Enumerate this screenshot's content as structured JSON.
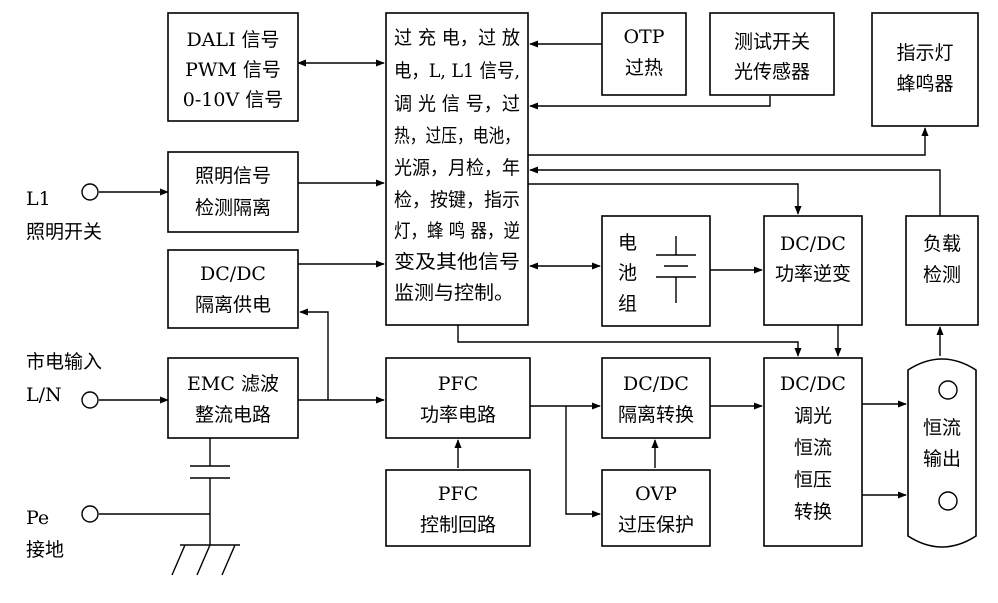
{
  "blocks": {
    "dali": {
      "l1": "DALI 信号",
      "l2": "PWM 信号",
      "l3": "0-10V 信号"
    },
    "mcu": {
      "l1": "过 充 电，过 放",
      "l2": "电，L, L1 信号,",
      "l3": "调 光 信 号，过",
      "l4": "热，过压，电池，",
      "l5": "光源，月检，年",
      "l6": "检，按键，指示",
      "l7": "灯，蜂 鸣 器，逆",
      "l8": "变及其他信号",
      "l9": "监测与控制。"
    },
    "otp": {
      "l1": "OTP",
      "l2": "过热"
    },
    "test": {
      "l1": "测试开关",
      "l2": "光传感器"
    },
    "indicator": {
      "l1": "指示灯",
      "l2": "蜂鸣器"
    },
    "lighting": {
      "l1": "照明信号",
      "l2": "检测隔离"
    },
    "isosupply": {
      "l1": "DC/DC",
      "l2": "隔离供电"
    },
    "battery": {
      "l1": "电",
      "l2": "池",
      "l3": "组"
    },
    "inverter": {
      "l1": "DC/DC",
      "l2": "功率逆变"
    },
    "load": {
      "l1": "负载",
      "l2": "检测"
    },
    "emc": {
      "l1": "EMC 滤波",
      "l2": "整流电路"
    },
    "pfc": {
      "l1": "PFC",
      "l2": "功率电路"
    },
    "dcdciso": {
      "l1": "DC/DC",
      "l2": "隔离转换"
    },
    "dimmer": {
      "l1": "DC/DC",
      "l2": "调光",
      "l3": "恒流",
      "l4": "恒压",
      "l5": "转换"
    },
    "output": {
      "l1": "恒流",
      "l2": "输出"
    },
    "pfcctrl": {
      "l1": "PFC",
      "l2": "控制回路"
    },
    "ovp": {
      "l1": "OVP",
      "l2": "过压保护"
    }
  },
  "terminals": {
    "l1": {
      "l1": "L1",
      "l2": "照明开关"
    },
    "mains": {
      "l1": "市电输入",
      "l2": "L/N"
    },
    "pe": {
      "l1": "Pe",
      "l2": "接地"
    }
  }
}
